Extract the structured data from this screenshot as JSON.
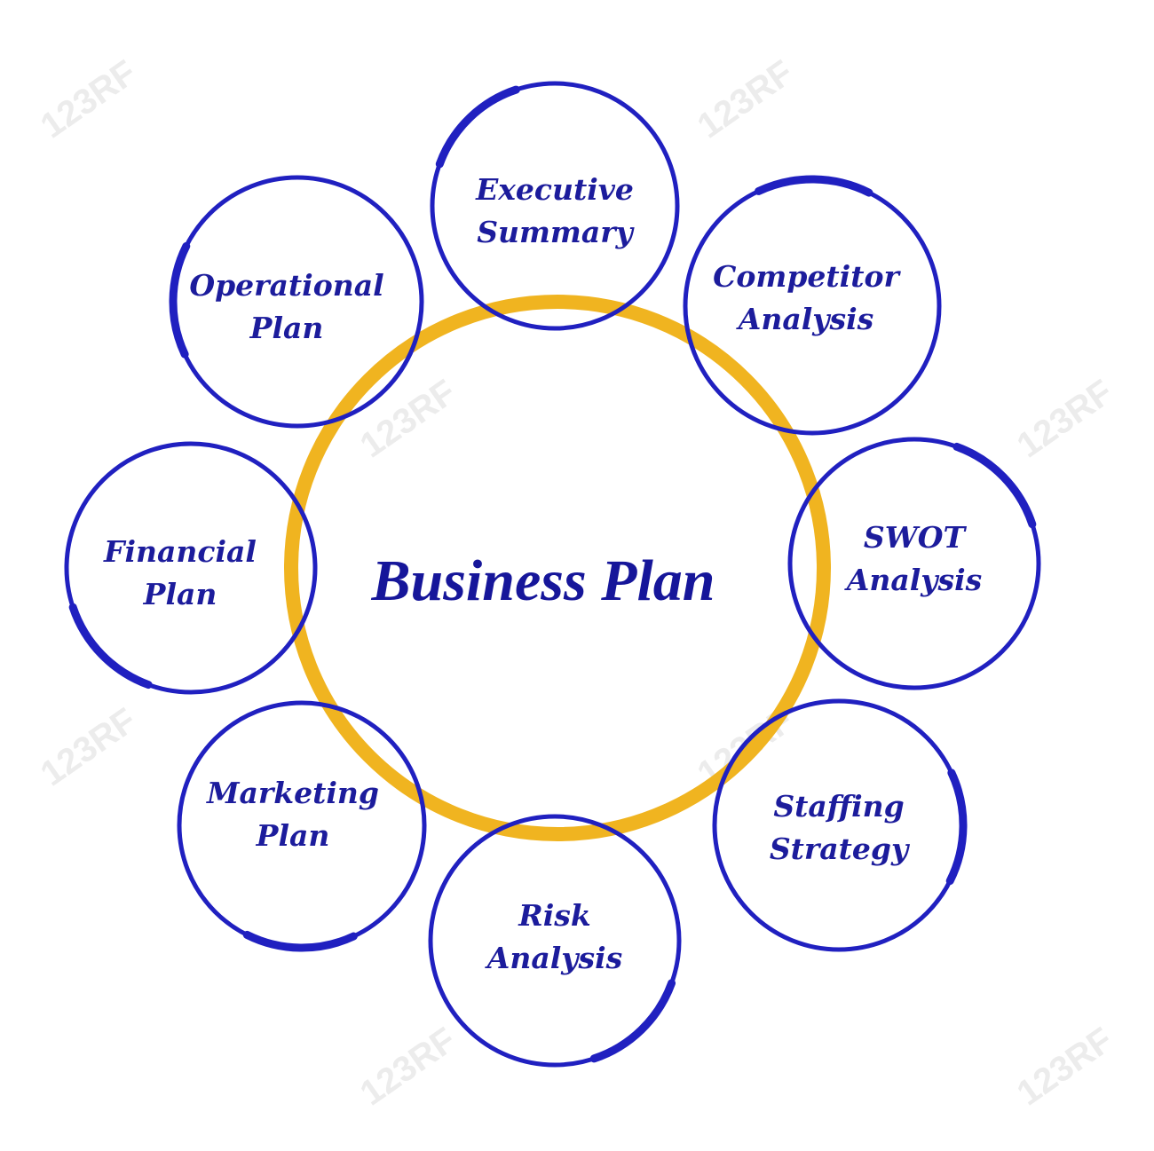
{
  "title": "Business Plan",
  "watermark": "123RF",
  "colors": {
    "ring": "#f0b420",
    "circles": "#2020c0",
    "text": "#1c1c9c"
  },
  "nodes": [
    {
      "line1": "Executive",
      "line2": "Summary"
    },
    {
      "line1": "Competitor",
      "line2": "Analysis"
    },
    {
      "line1": "SWOT",
      "line2": "Analysis"
    },
    {
      "line1": "Staffing",
      "line2": "Strategy"
    },
    {
      "line1": "Risk",
      "line2": "Analysis"
    },
    {
      "line1": "Marketing",
      "line2": "Plan"
    },
    {
      "line1": "Financial",
      "line2": "Plan"
    },
    {
      "line1": "Operational",
      "line2": "Plan"
    }
  ]
}
